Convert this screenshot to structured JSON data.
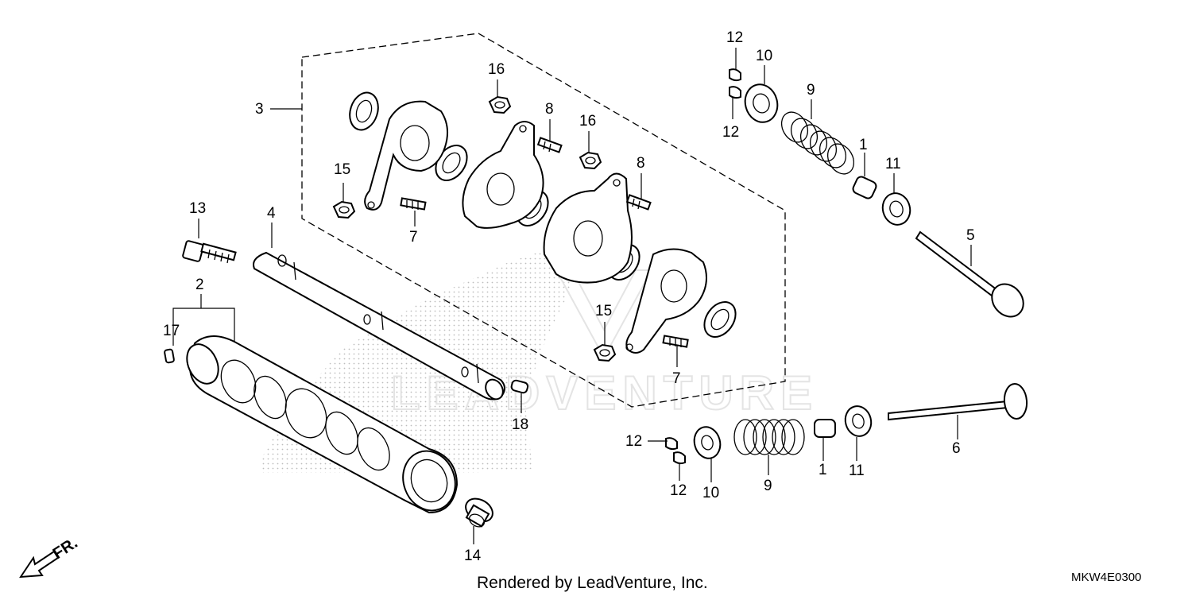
{
  "diagram": {
    "callouts": {
      "c1a": "1",
      "c1b": "1",
      "c2": "2",
      "c3": "3",
      "c4": "4",
      "c5": "5",
      "c6": "6",
      "c7a": "7",
      "c7b": "7",
      "c8a": "8",
      "c8b": "8",
      "c9a": "9",
      "c9b": "9",
      "c10a": "10",
      "c10b": "10",
      "c11a": "11",
      "c11b": "11",
      "c12a": "12",
      "c12b": "12",
      "c12c": "12",
      "c12d": "12",
      "c13": "13",
      "c14": "14",
      "c15a": "15",
      "c15b": "15",
      "c16a": "16",
      "c16b": "16",
      "c17": "17",
      "c18": "18"
    },
    "watermark": "LEADVENTURE",
    "direction_label": "FR.",
    "footer": "Rendered by LeadVenture, Inc.",
    "diagram_code": "MKW4E0300",
    "colors": {
      "line": "#000000",
      "background": "#ffffff",
      "watermark": "#e4e4e4",
      "stipple": "#bdbdbd"
    }
  }
}
